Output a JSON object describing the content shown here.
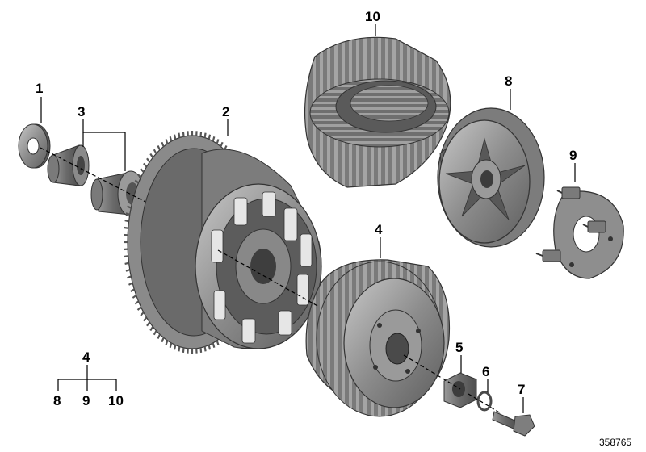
{
  "callouts": {
    "c1": "1",
    "c2": "2",
    "c3": "3",
    "c4": "4",
    "c5": "5",
    "c6": "6",
    "c7": "7",
    "c8": "8",
    "c9": "9",
    "c10": "10"
  },
  "legend": {
    "parent": "4",
    "children": [
      "8",
      "9",
      "10"
    ]
  },
  "reference_number": "358765",
  "colors": {
    "part_dark": "#6e6e6e",
    "part_mid": "#8e8e8e",
    "part_light": "#b4b4b4",
    "outline": "#3a3a3a"
  }
}
